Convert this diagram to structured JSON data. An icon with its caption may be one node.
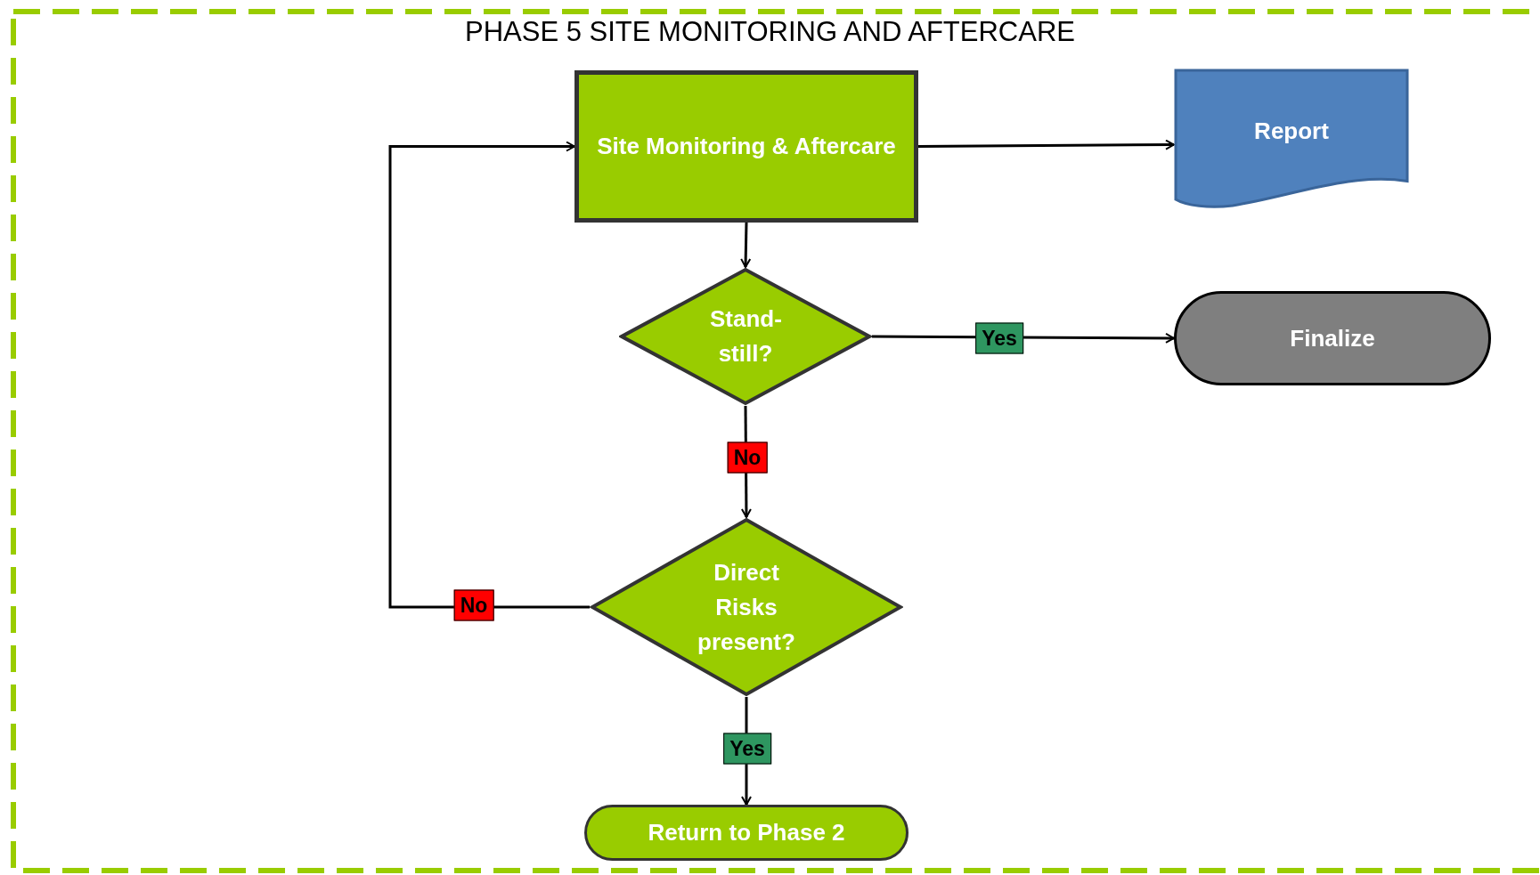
{
  "diagram": {
    "title": "PHASE 5 SITE MONITORING AND AFTERCARE",
    "nodes": [
      {
        "text": [
          "Site Monitoring & Aftercare"
        ]
      },
      {
        "text": [
          "Report"
        ]
      },
      {
        "text": [
          "Stand-still?"
        ]
      },
      {
        "text": [
          "Finalize"
        ]
      },
      {
        "text": [
          "Direct Risks present?"
        ]
      },
      {
        "text": [
          "Return to Phase 2"
        ]
      }
    ],
    "edges": [
      {
        "from": 0,
        "to": 1,
        "arrow": "to"
      },
      {
        "from": 0,
        "to": 2,
        "arrow": "to"
      },
      {
        "from": 2,
        "to": 3,
        "arrow": "to",
        "label": "Yes"
      },
      {
        "from": 2,
        "to": 4,
        "arrow": "to",
        "label": "No"
      },
      {
        "from": 4,
        "to": 0,
        "arrow": "to",
        "label": "No"
      },
      {
        "from": 4,
        "to": 5,
        "arrow": "to",
        "label": "Yes"
      }
    ]
  }
}
